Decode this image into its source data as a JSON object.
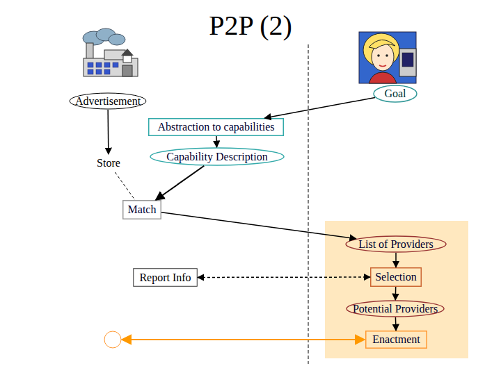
{
  "diagram": {
    "title": "P2P (2)",
    "nodes": [
      {
        "text": [
          "Advertisement"
        ]
      },
      {
        "text": [
          "Goal"
        ]
      },
      {
        "text": [
          "Abstraction to capabilities"
        ]
      },
      {
        "text": [
          "Store"
        ]
      },
      {
        "text": [
          "Capability Description"
        ]
      },
      {
        "text": [
          "Match"
        ]
      },
      {
        "text": [
          "List of Providers"
        ]
      },
      {
        "text": [
          "Report Info"
        ]
      },
      {
        "text": [
          "Selection"
        ]
      },
      {
        "text": [
          "Potential Providers"
        ]
      },
      {
        "text": [
          "Enactment"
        ]
      }
    ],
    "edges": [
      {
        "from": 0,
        "to": 3,
        "arrow": "to"
      },
      {
        "from": 1,
        "to": 2,
        "arrow": "to"
      },
      {
        "from": 2,
        "to": 4,
        "arrow": "to"
      },
      {
        "from": 4,
        "to": 5,
        "arrow": "to"
      },
      {
        "from": 3,
        "to": 5,
        "arrow": "none"
      },
      {
        "from": 5,
        "to": 6,
        "arrow": "to"
      },
      {
        "from": 6,
        "to": 8,
        "arrow": "to"
      },
      {
        "from": 7,
        "to": 8,
        "arrow": "both"
      },
      {
        "from": 8,
        "to": 9,
        "arrow": "to"
      },
      {
        "from": 9,
        "to": 10,
        "arrow": "to"
      }
    ]
  }
}
